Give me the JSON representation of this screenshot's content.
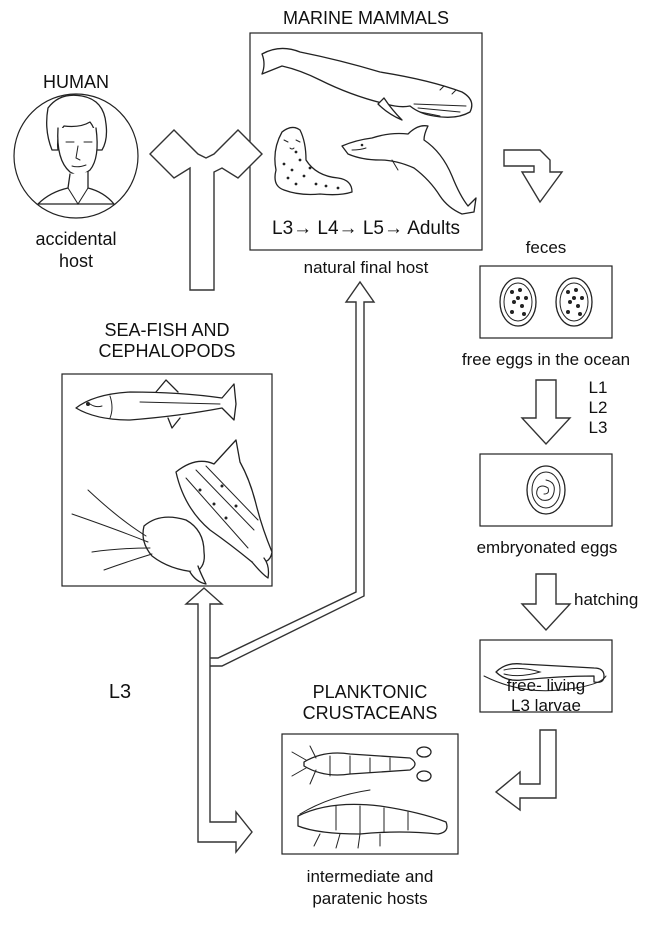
{
  "labels": {
    "marine_mammals": "MARINE MAMMALS",
    "human": "HUMAN",
    "accidental_host": "accidental\nhost",
    "lifecycle_stages": "L3→ L4→ L5→ Adults",
    "natural_final_host": "natural final host",
    "feces": "feces",
    "free_eggs": "free eggs in the ocean",
    "larval_stages": "L1\nL2\nL3",
    "embryonated_eggs": "embryonated eggs",
    "hatching": "hatching",
    "free_living_larvae": "free- living\nL3 larvae",
    "sea_fish": "SEA-FISH AND\nCEPHALOPODS",
    "planktonic": "PLANKTONIC\nCRUSTACEANS",
    "l3": "L3",
    "intermediate_hosts": "intermediate and\nparatenic hosts"
  },
  "colors": {
    "ink": "#222222",
    "background": "#ffffff"
  }
}
